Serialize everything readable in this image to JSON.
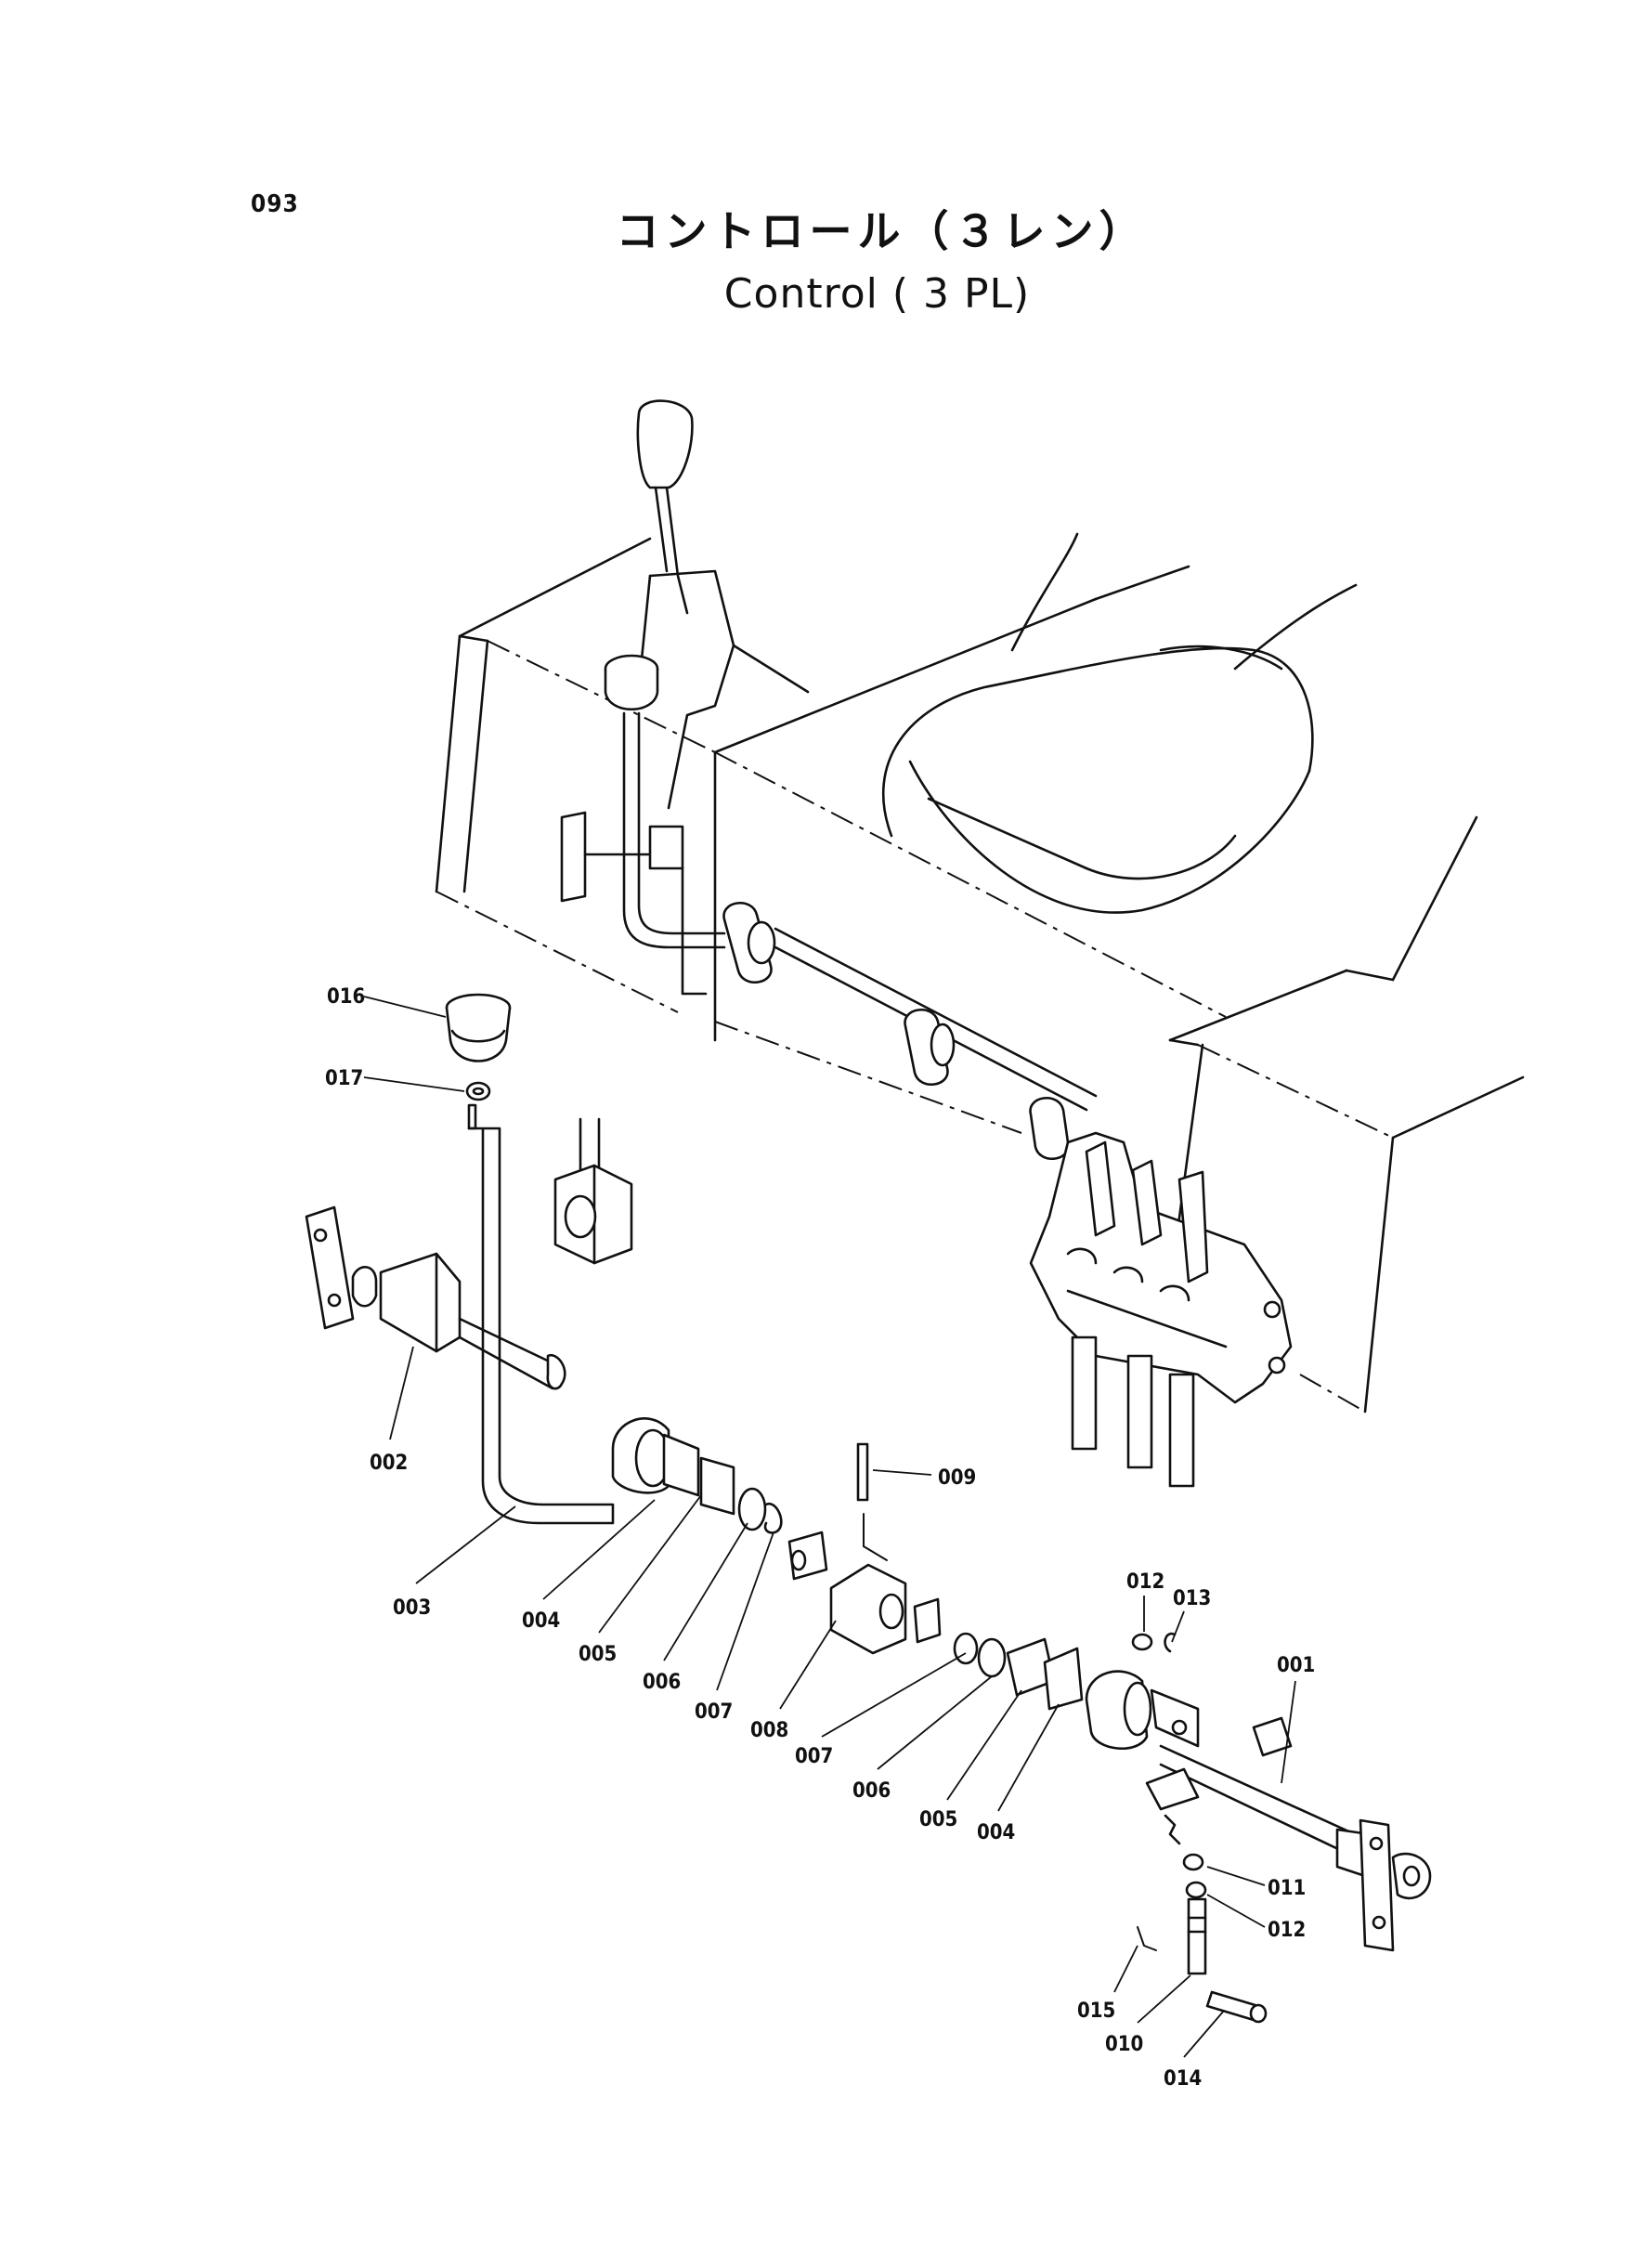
{
  "page": {
    "number": "093"
  },
  "title": {
    "japanese": "コントロール（３レン）",
    "english": "Control ( 3 PL)"
  },
  "callouts": [
    {
      "id": "016",
      "label": "016"
    },
    {
      "id": "017",
      "label": "017"
    },
    {
      "id": "002",
      "label": "002"
    },
    {
      "id": "003",
      "label": "003"
    },
    {
      "id": "004a",
      "label": "004"
    },
    {
      "id": "005a",
      "label": "005"
    },
    {
      "id": "006a",
      "label": "006"
    },
    {
      "id": "007a",
      "label": "007"
    },
    {
      "id": "008",
      "label": "008"
    },
    {
      "id": "009",
      "label": "009"
    },
    {
      "id": "007b",
      "label": "007"
    },
    {
      "id": "006b",
      "label": "006"
    },
    {
      "id": "005b",
      "label": "005"
    },
    {
      "id": "004b",
      "label": "004"
    },
    {
      "id": "012a",
      "label": "012"
    },
    {
      "id": "013",
      "label": "013"
    },
    {
      "id": "001",
      "label": "001"
    },
    {
      "id": "011",
      "label": "011"
    },
    {
      "id": "012b",
      "label": "012"
    },
    {
      "id": "015",
      "label": "015"
    },
    {
      "id": "010",
      "label": "010"
    },
    {
      "id": "014",
      "label": "014"
    }
  ]
}
